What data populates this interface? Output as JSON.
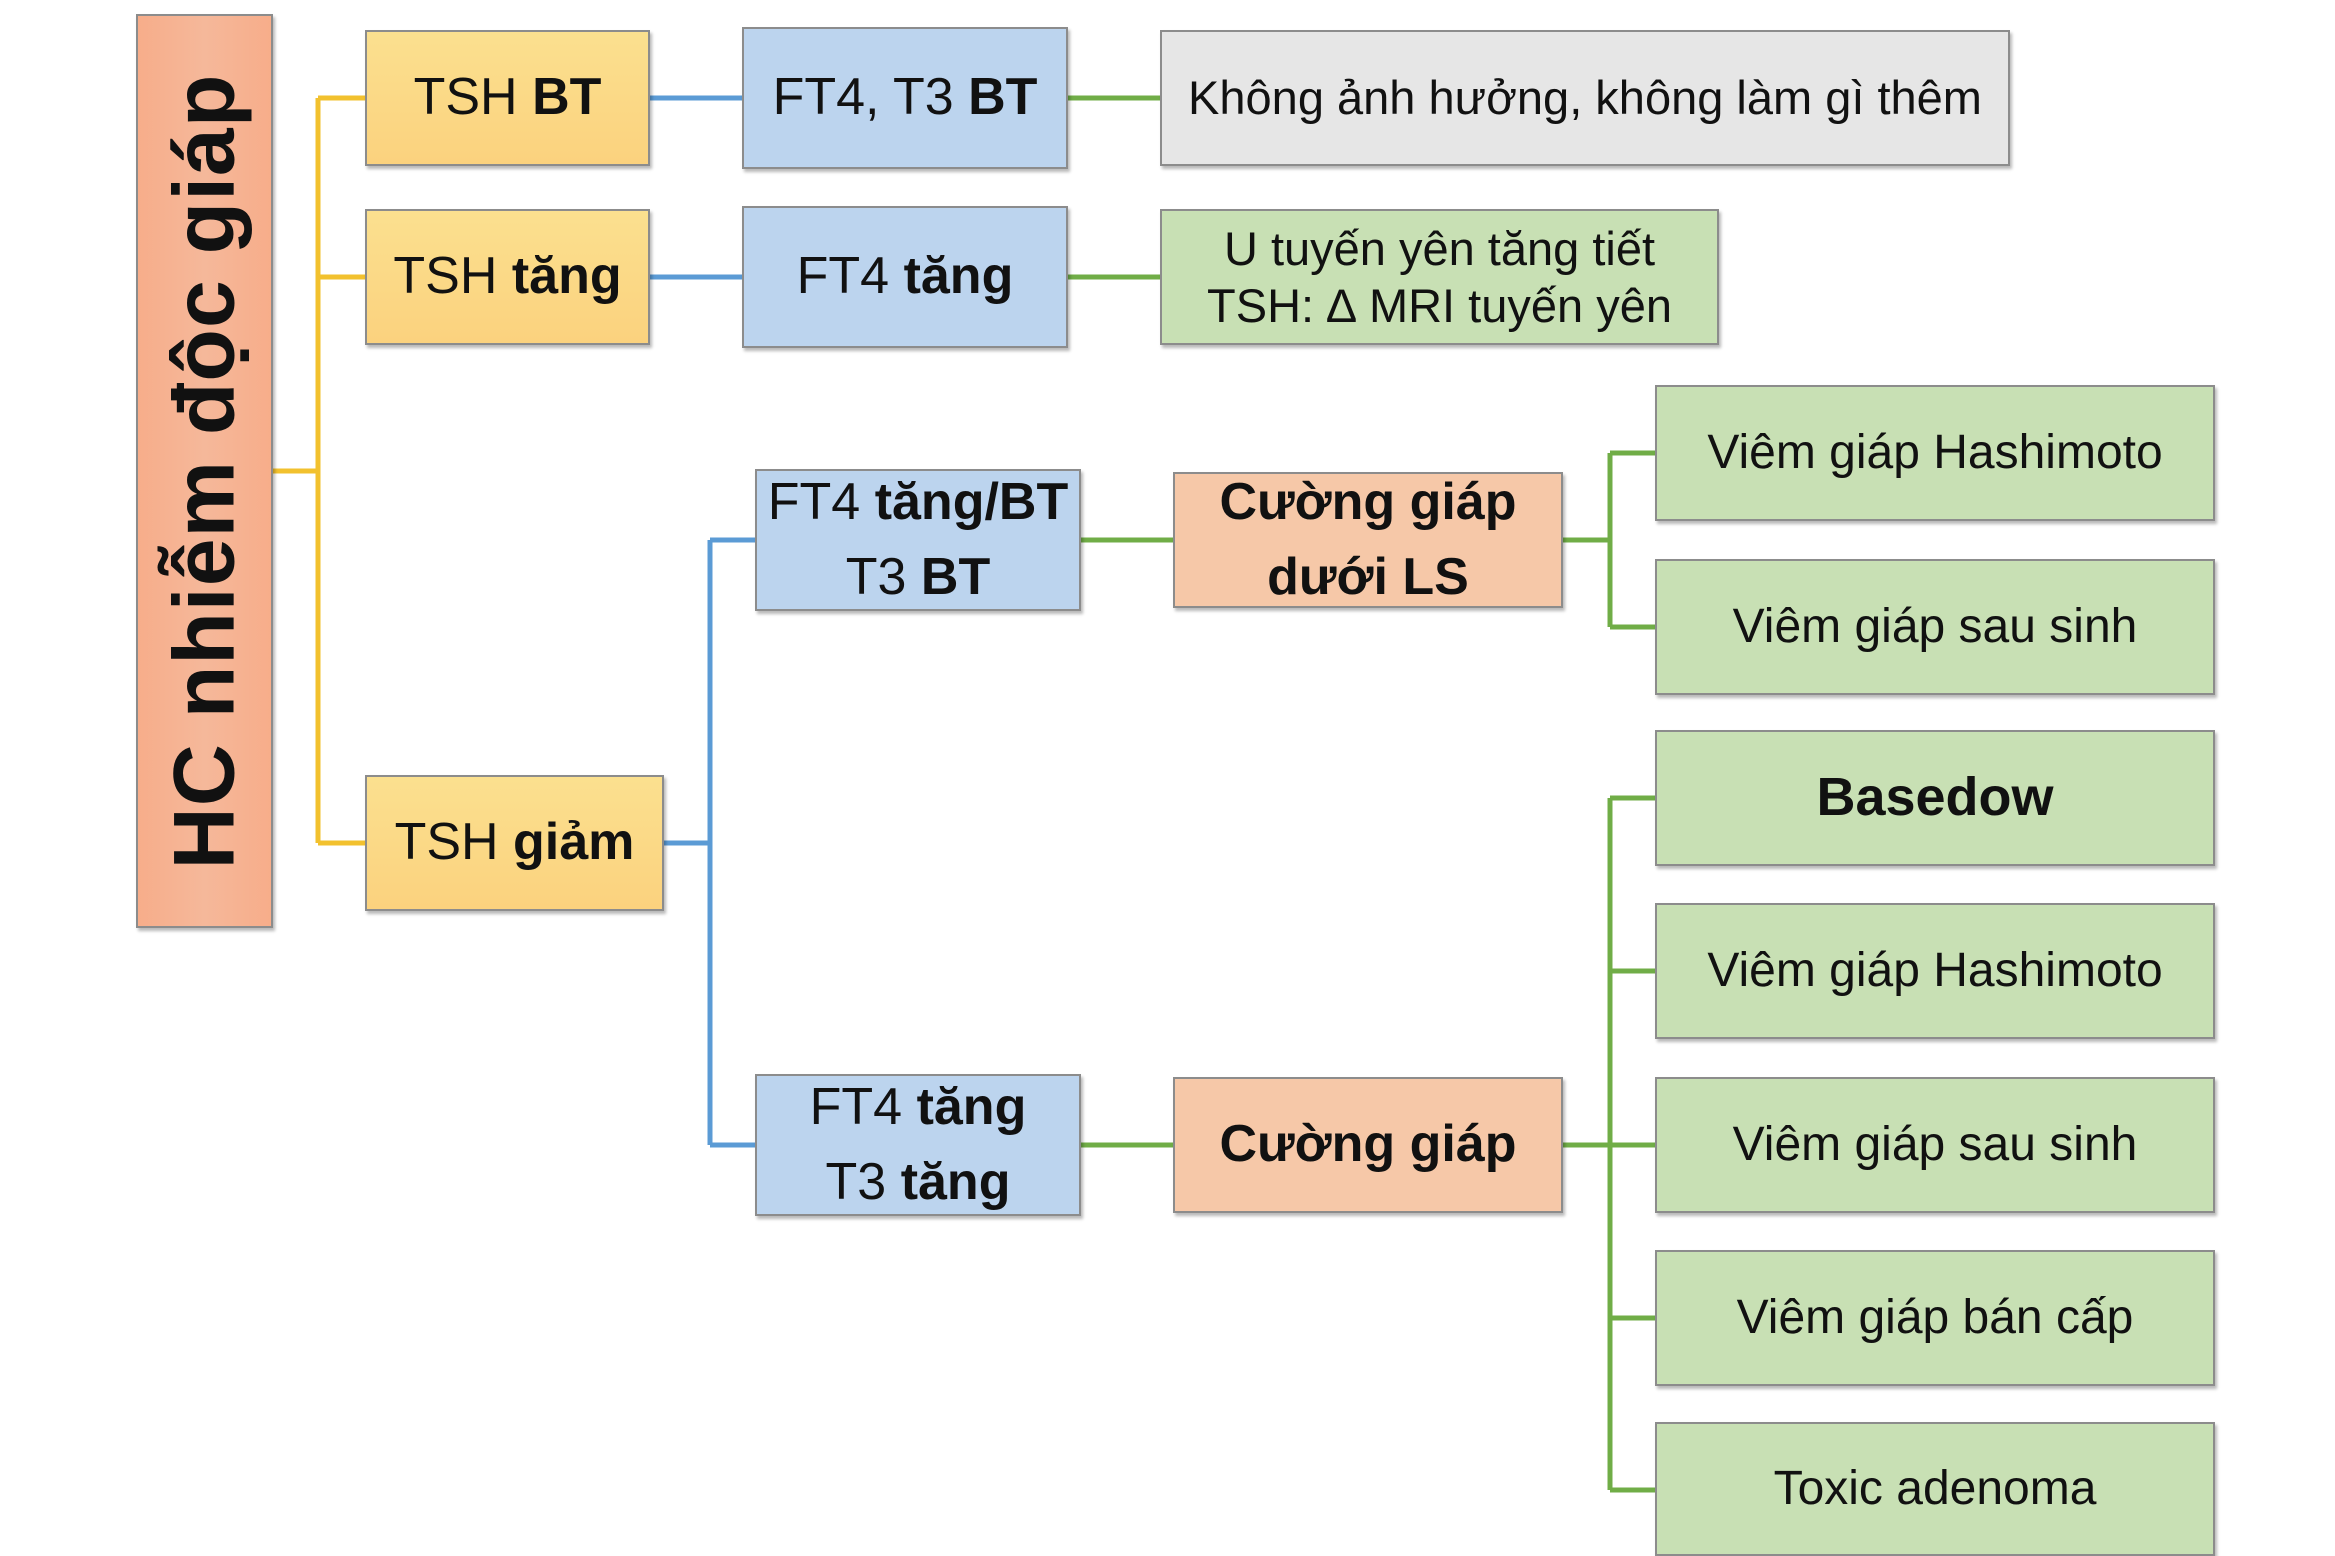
{
  "colors": {
    "connector_yellow": "#f2c12e",
    "connector_blue": "#5b9bd5",
    "connector_green": "#70ad47"
  },
  "root": {
    "title": "HC nhiễm độc giáp"
  },
  "tsh_bt": {
    "pre": "TSH ",
    "bold": "BT"
  },
  "tsh_tang": {
    "pre": "TSH ",
    "bold": "tăng"
  },
  "tsh_giam": {
    "pre": "TSH ",
    "bold": "giảm"
  },
  "ft4_t3_bt": {
    "pre": "FT4, T3 ",
    "bold": "BT"
  },
  "ft4_tang": {
    "pre": "FT4 ",
    "bold": "tăng"
  },
  "ft4_tang_bt": {
    "line1_pre": "FT4 ",
    "line1_bold": "tăng/BT",
    "line2_pre": "T3 ",
    "line2_bold": "BT"
  },
  "ft4_t3_tang": {
    "line1_pre": "FT4 ",
    "line1_bold": "tăng",
    "line2_pre": "T3 ",
    "line2_bold": "tăng"
  },
  "no_effect": {
    "text": "Không ảnh hưởng, không làm gì thêm"
  },
  "pituitary": {
    "line1": "U tuyến yên tăng tiết",
    "line2": "TSH: ∆ MRI tuyến yên"
  },
  "subclinical": {
    "line1": "Cường giáp",
    "line2": "dưới LS"
  },
  "hyper": {
    "text": "Cường giáp"
  },
  "subclinical_causes": [
    "Viêm giáp Hashimoto",
    "Viêm giáp sau sinh"
  ],
  "hyper_causes": [
    "Basedow",
    "Viêm giáp Hashimoto",
    "Viêm giáp sau sinh",
    "Viêm giáp bán cấp",
    "Toxic adenoma"
  ]
}
